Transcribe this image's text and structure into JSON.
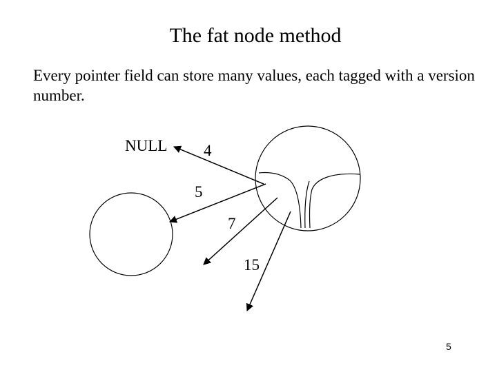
{
  "slide": {
    "title": "The fat node method",
    "body": "Every pointer field can store many values, each tagged with a version number.",
    "page_number": "5"
  },
  "diagram": {
    "null_label": "NULL",
    "version_labels": [
      "4",
      "5",
      "7",
      "15"
    ]
  }
}
